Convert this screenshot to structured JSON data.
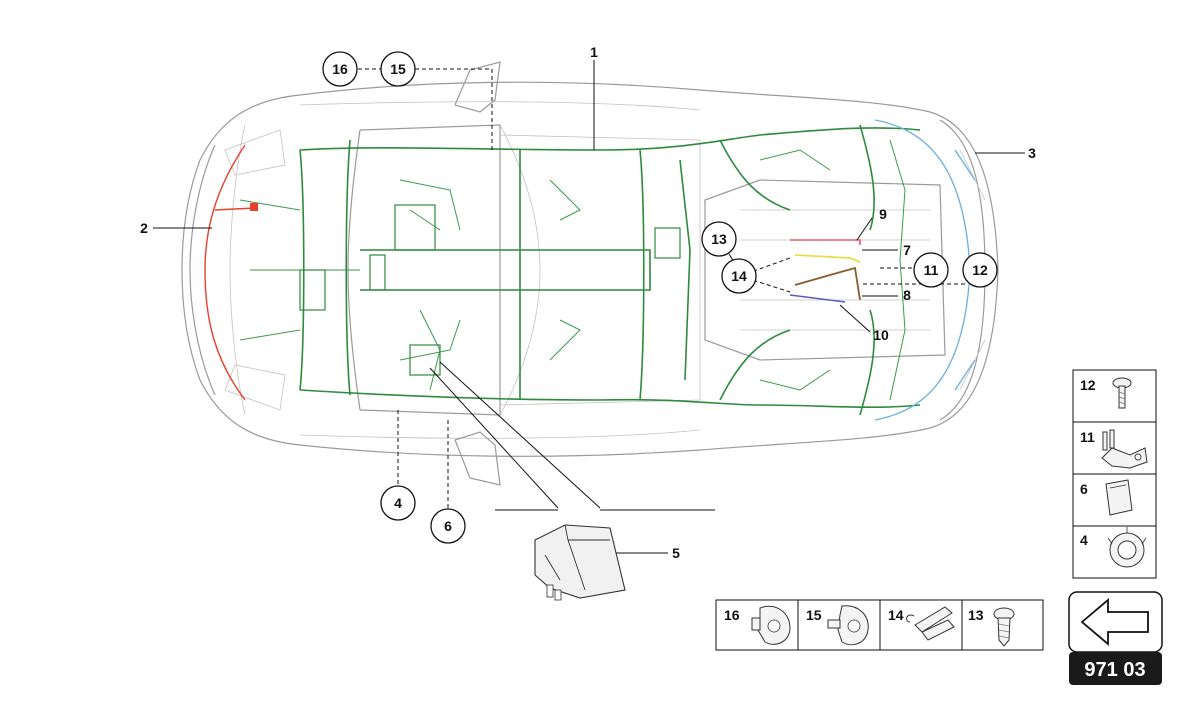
{
  "diagram_code": "971 03",
  "callouts": [
    "1",
    "2",
    "3",
    "4",
    "5",
    "6",
    "7",
    "8",
    "9",
    "10",
    "11",
    "12",
    "13",
    "14",
    "15",
    "16"
  ],
  "legend_right": [
    {
      "num": "12",
      "icon": "bolt-icon"
    },
    {
      "num": "11",
      "icon": "bracket-clip-icon"
    },
    {
      "num": "6",
      "icon": "control-module-icon"
    },
    {
      "num": "4",
      "icon": "grommet-icon"
    }
  ],
  "legend_bottom": [
    {
      "num": "16",
      "icon": "cap-clip-icon"
    },
    {
      "num": "15",
      "icon": "holder-clip-icon"
    },
    {
      "num": "14",
      "icon": "cable-tie-icon"
    },
    {
      "num": "13",
      "icon": "screw-icon"
    }
  ],
  "colors": {
    "main_harness": "#2f8a3e",
    "front_harness": "#e8402a",
    "rear_harness": "#6aaee0",
    "harness_7": "#e6e04a",
    "harness_8": "#8a5a2e",
    "harness_9": "#e85a6a",
    "harness_10": "#5a5ac8"
  }
}
